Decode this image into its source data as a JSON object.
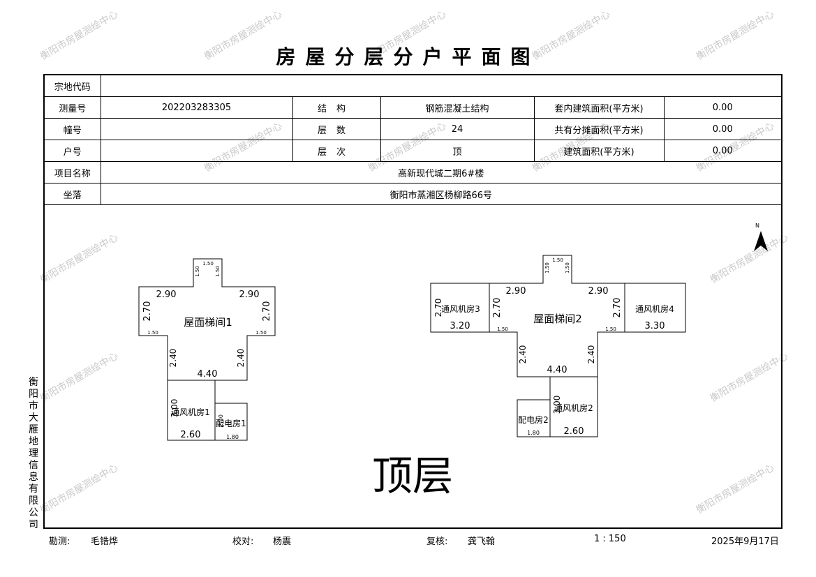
{
  "watermark": "衡阳市房屋测绘中心",
  "title": "房屋分层分户平面图",
  "info": {
    "zongdi_label": "宗地代码",
    "zongdi_value": "",
    "celiang_label": "测量号",
    "celiang_value": "202203283305",
    "jiegou_label": "结构",
    "jiegou_value": "钢筋混凝土结构",
    "taonei_label": "套内建筑面积(平方米)",
    "taonei_value": "0.00",
    "zhuang_label": "幢号",
    "zhuang_value": "",
    "cengshu_label": "层数",
    "cengshu_value": "24",
    "gongyou_label": "共有分摊面积(平方米)",
    "gongyou_value": "0.00",
    "hu_label": "户号",
    "hu_value": "",
    "cengci_label": "层次",
    "cengci_value": "顶",
    "jianzhu_label": "建筑面积(平方米)",
    "jianzhu_value": "0.00",
    "xiangmu_label": "项目名称",
    "xiangmu_value": "高新现代城二期6#楼",
    "zuoluo_label": "坐落",
    "zuoluo_value": "衡阳市蒸湘区杨柳路66号"
  },
  "plan": {
    "north": "N",
    "floor_label": "顶层",
    "rooms": {
      "stair1": "屋面梯间1",
      "stair2": "屋面梯间2",
      "fan1": "通风机房1",
      "fan2": "通风机房2",
      "fan3": "通风机房3",
      "fan4": "通风机房4",
      "power1": "配电房1",
      "power2": "配电房2"
    },
    "dims": {
      "d150": "1.50",
      "d290": "2.90",
      "d270": "2.70",
      "d240": "2.40",
      "d440": "4.40",
      "d260": "2.60",
      "d180": "1.80",
      "d320": "3.20",
      "d330": "3.30",
      "d300": "3.00",
      "d200": "2.00"
    }
  },
  "company": "衡阳市大雁地理信息有限公司",
  "footer": {
    "kance_label": "勘测:",
    "kance_name": "毛锆烨",
    "jiaodui_label": "校对:",
    "jiaodui_name": "杨震",
    "fuhe_label": "复核:",
    "fuhe_name": "龚飞翰",
    "scale": "1 : 150",
    "date": "2025年9月17日"
  }
}
